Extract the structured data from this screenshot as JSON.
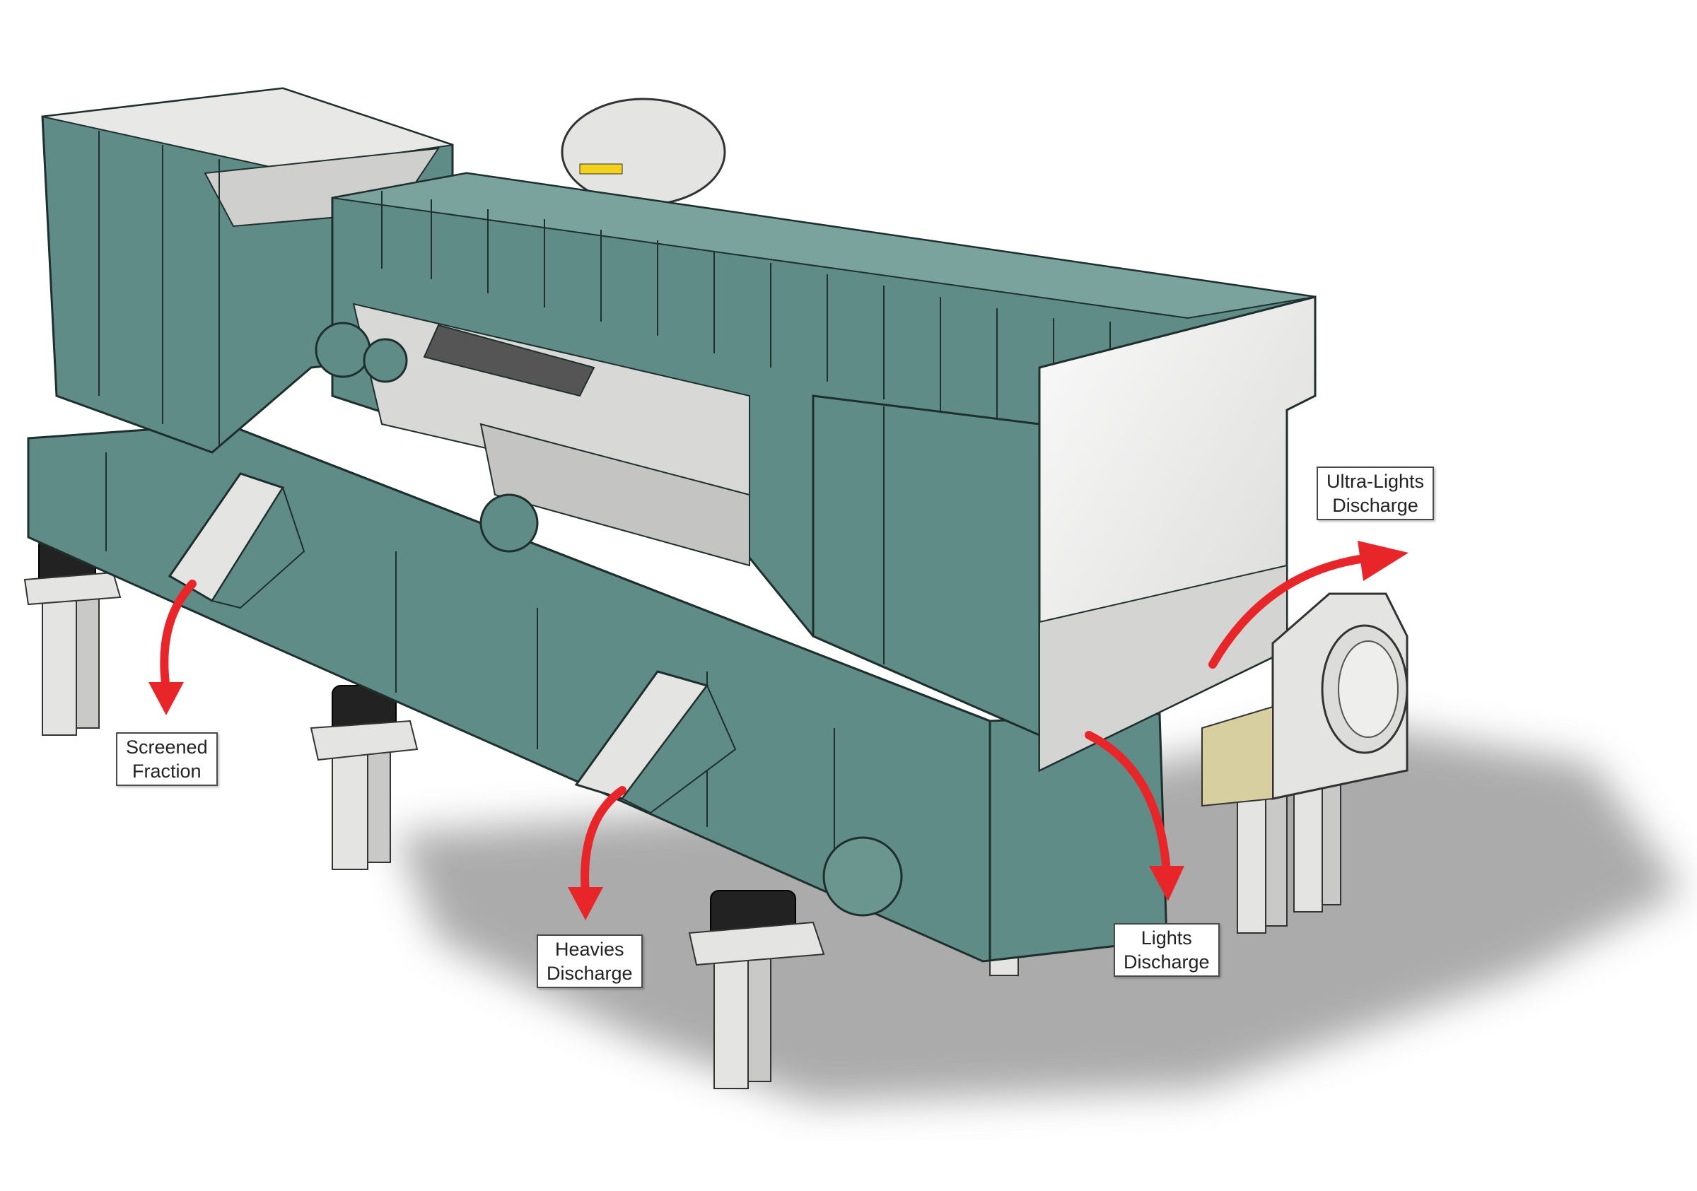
{
  "labels": {
    "screened_fraction": [
      "Screened",
      "Fraction"
    ],
    "heavies_discharge": [
      "Heavies",
      "Discharge"
    ],
    "lights_discharge": [
      "Lights",
      "Discharge"
    ],
    "ultra_lights_discharge": [
      "Ultra-Lights",
      "Discharge"
    ]
  },
  "colors": {
    "machine_body": "#5f8c86",
    "machine_dark": "#3f6863",
    "machine_light": "#7aa39d",
    "sheet_metal": "#e8e8e6",
    "arrow": "#e8262a",
    "shadow": "#8f8f8f"
  }
}
